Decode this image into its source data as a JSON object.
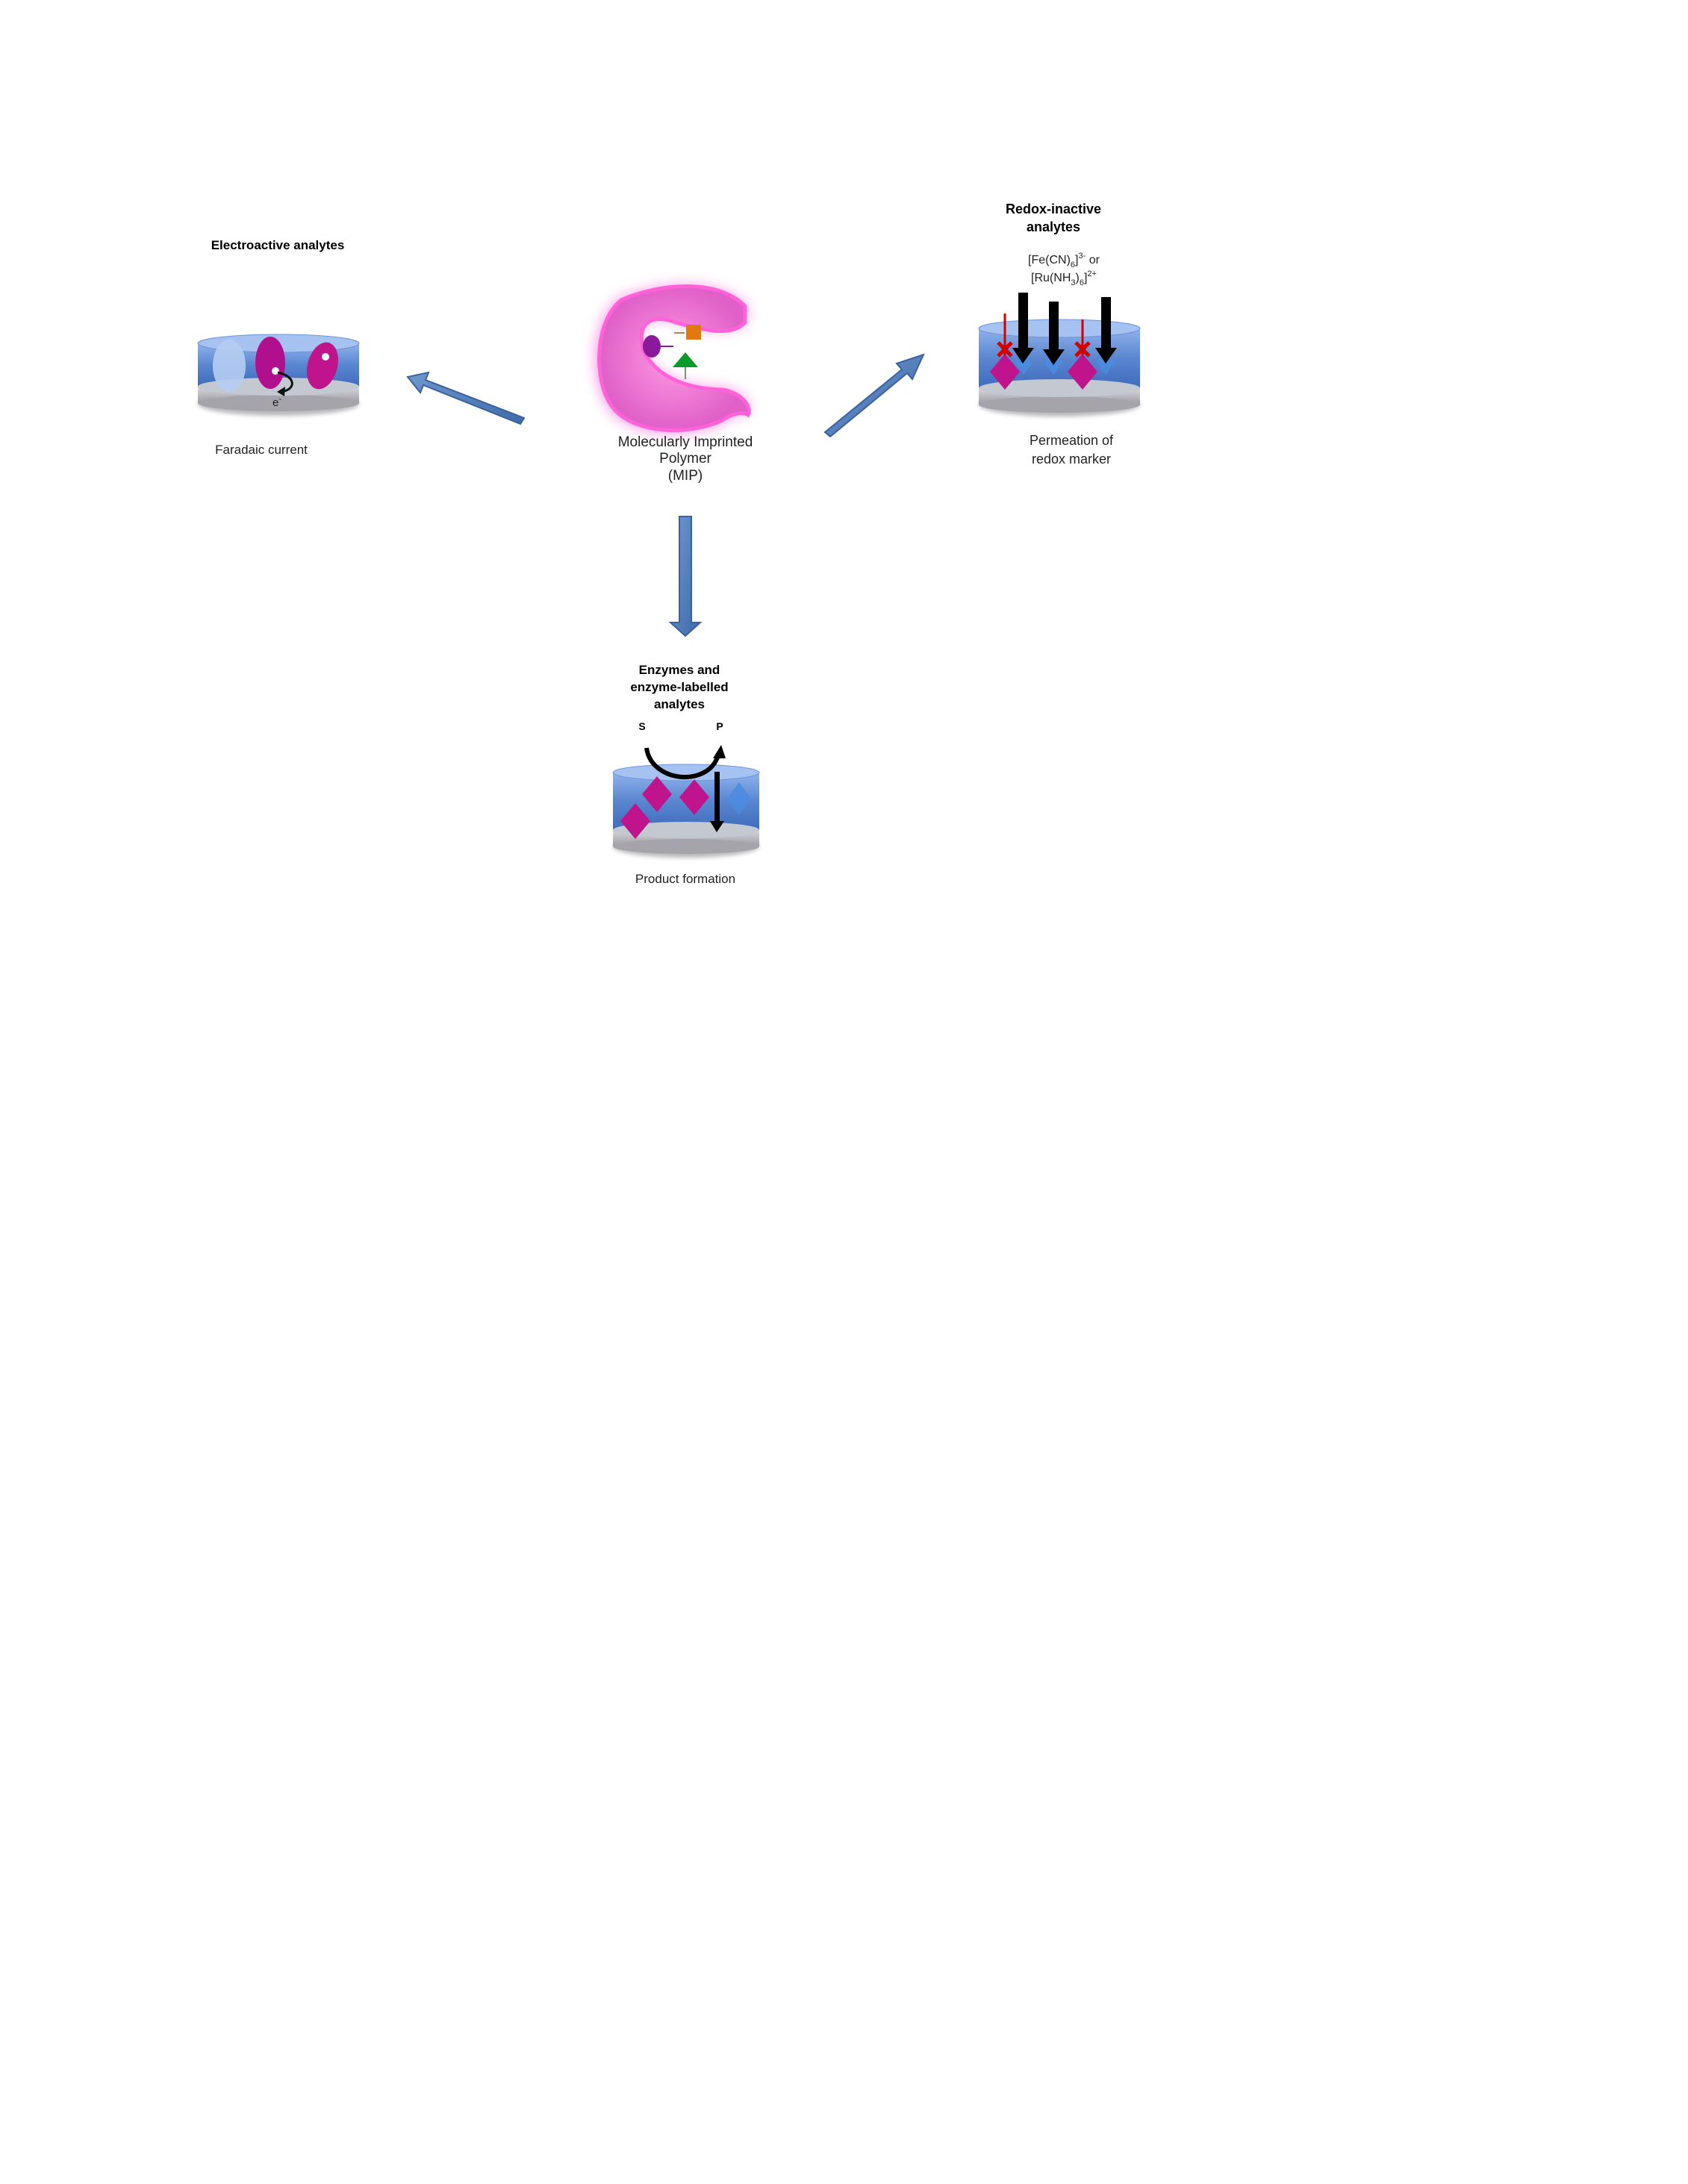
{
  "center": {
    "line1": "Molecularly  Imprinted",
    "line2": "Polymer",
    "line3": "(MIP)"
  },
  "left": {
    "title": "Electroactive analytes",
    "electron": "e",
    "electron_sup": "-",
    "caption": "Faradaic current"
  },
  "right": {
    "title_line1": "Redox-inactive",
    "title_line2": "analytes",
    "marker_line1": "[Fe(CN)6]3- or",
    "marker_line2": "[Ru(NH3)6]2+",
    "caption_line1": "Permeation of",
    "caption_line2": "redox marker"
  },
  "bottom": {
    "title_line1": "Enzymes and",
    "title_line2": "enzyme-labelled",
    "title_line3": "analytes",
    "substrate": "S",
    "product": "P",
    "caption": "Product formation"
  },
  "colors": {
    "arrow": "#4a78b3",
    "electrode_blue": "#5a86d0",
    "electrode_grey": "#b8b8bc",
    "analyte_magenta": "#c0148c",
    "mip_pink": "#ff80d8",
    "blocked_red": "#d40000"
  }
}
